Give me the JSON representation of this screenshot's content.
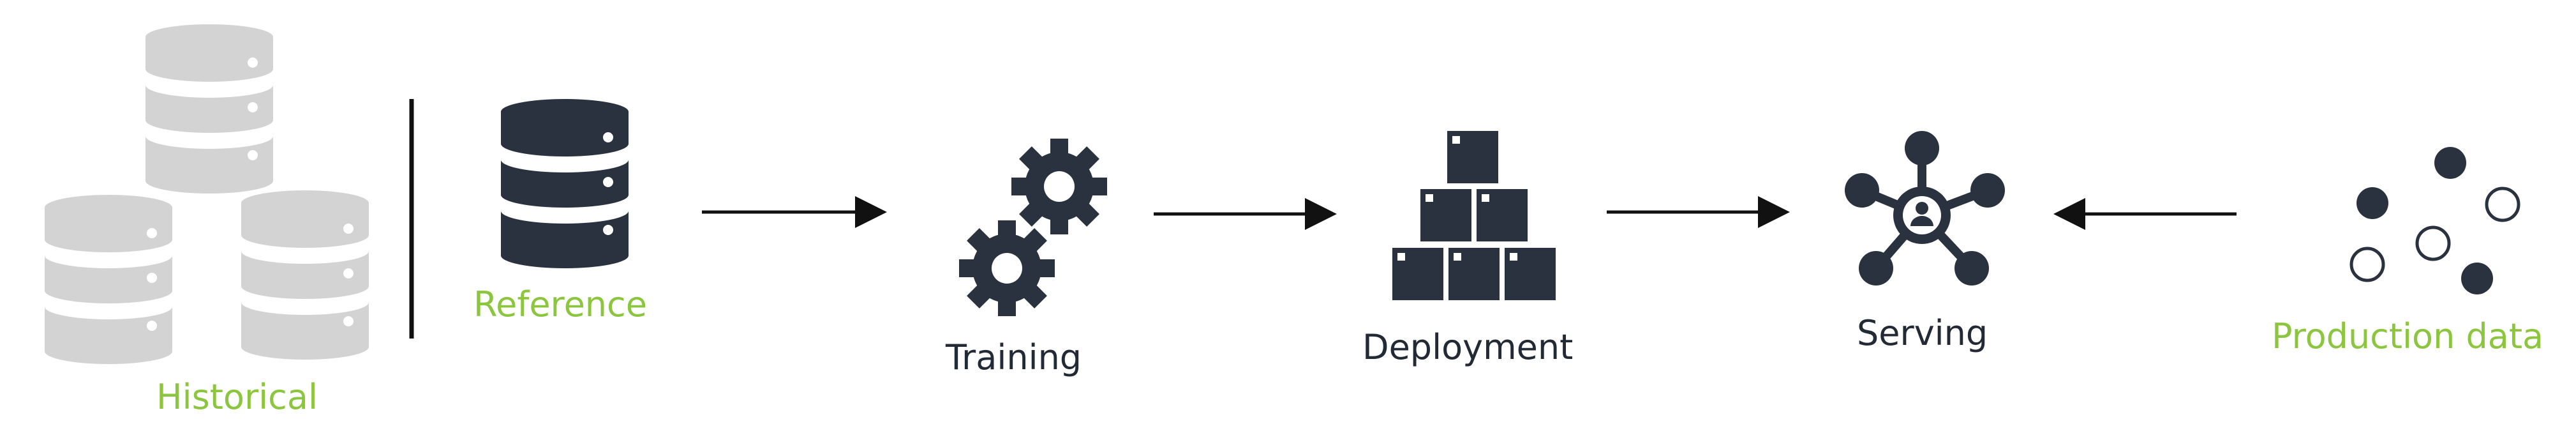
{
  "diagram": {
    "stages": {
      "historical": {
        "label": "Historical",
        "icon": "database-stack-icon"
      },
      "reference": {
        "label": "Reference",
        "icon": "database-icon"
      },
      "training": {
        "label": "Training",
        "icon": "gears-icon"
      },
      "deployment": {
        "label": "Deployment",
        "icon": "boxes-icon"
      },
      "serving": {
        "label": "Serving",
        "icon": "network-icon"
      },
      "production": {
        "label": "Production data",
        "icon": "scattered-dots-icon"
      }
    },
    "colors": {
      "icon_dark": "#2a3240",
      "icon_light": "#d3d3d3",
      "accent_green": "#8cc63f",
      "text_dark": "#222a35"
    }
  }
}
